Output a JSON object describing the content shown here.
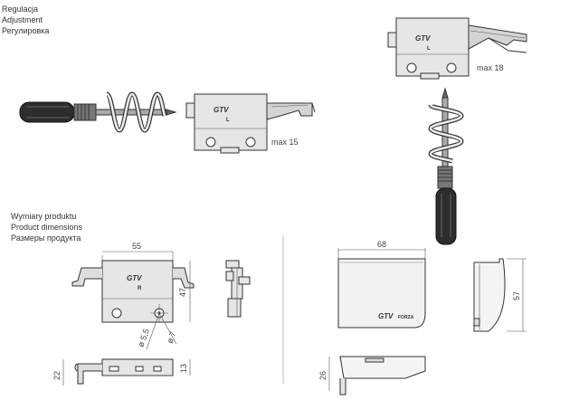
{
  "headings": {
    "adjustment": [
      "Regulacja",
      "Adjustment",
      "Регулировка"
    ],
    "dimensions": [
      "Wymiary produktu",
      "Product dimensions",
      "Размеры продукта"
    ]
  },
  "labels": {
    "max_left": "max 15",
    "max_right": "max 18",
    "logo": "GTV",
    "logo_small": "FORZA",
    "side_l": "L",
    "side_r": "R"
  },
  "dimensions": {
    "width_55": "55",
    "height_47": "47",
    "hole_55": "ø 5,5",
    "hole_7": "ø 7",
    "height_22": "22",
    "height_13": "13",
    "width_68": "68",
    "height_57": "57",
    "height_26": "26"
  }
}
